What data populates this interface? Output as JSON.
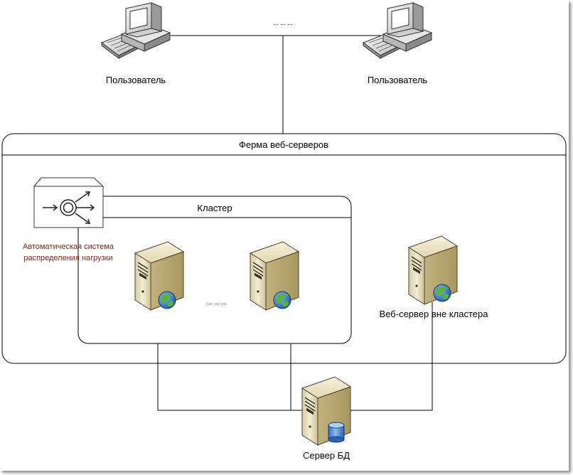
{
  "labels": {
    "user_left": "Пользователь",
    "user_right": "Пользователь",
    "users_ellipsis": "... ... ...",
    "farm_title": "Ферма веб-серверов",
    "cluster_title": "Кластер",
    "balancer_line1": "Автоматическая система",
    "balancer_line2": "распределения нагрузки",
    "servers_ellipsis": "... ... ...",
    "outside_server": "Веб-сервер вне кластера",
    "db_server": "Сервер БД"
  },
  "colors": {
    "line": "#000000",
    "balancer_text": "#7b2a22",
    "server_body": "#efe6c9",
    "globe_blue": "#2f73c7",
    "globe_green": "#5aa83a",
    "db_blue": "#4f8fd8"
  },
  "icons": {
    "user_pc": "desktop-computer-icon",
    "balancer": "load-balancer-icon",
    "web_server": "web-server-icon",
    "db_server": "database-server-icon"
  }
}
